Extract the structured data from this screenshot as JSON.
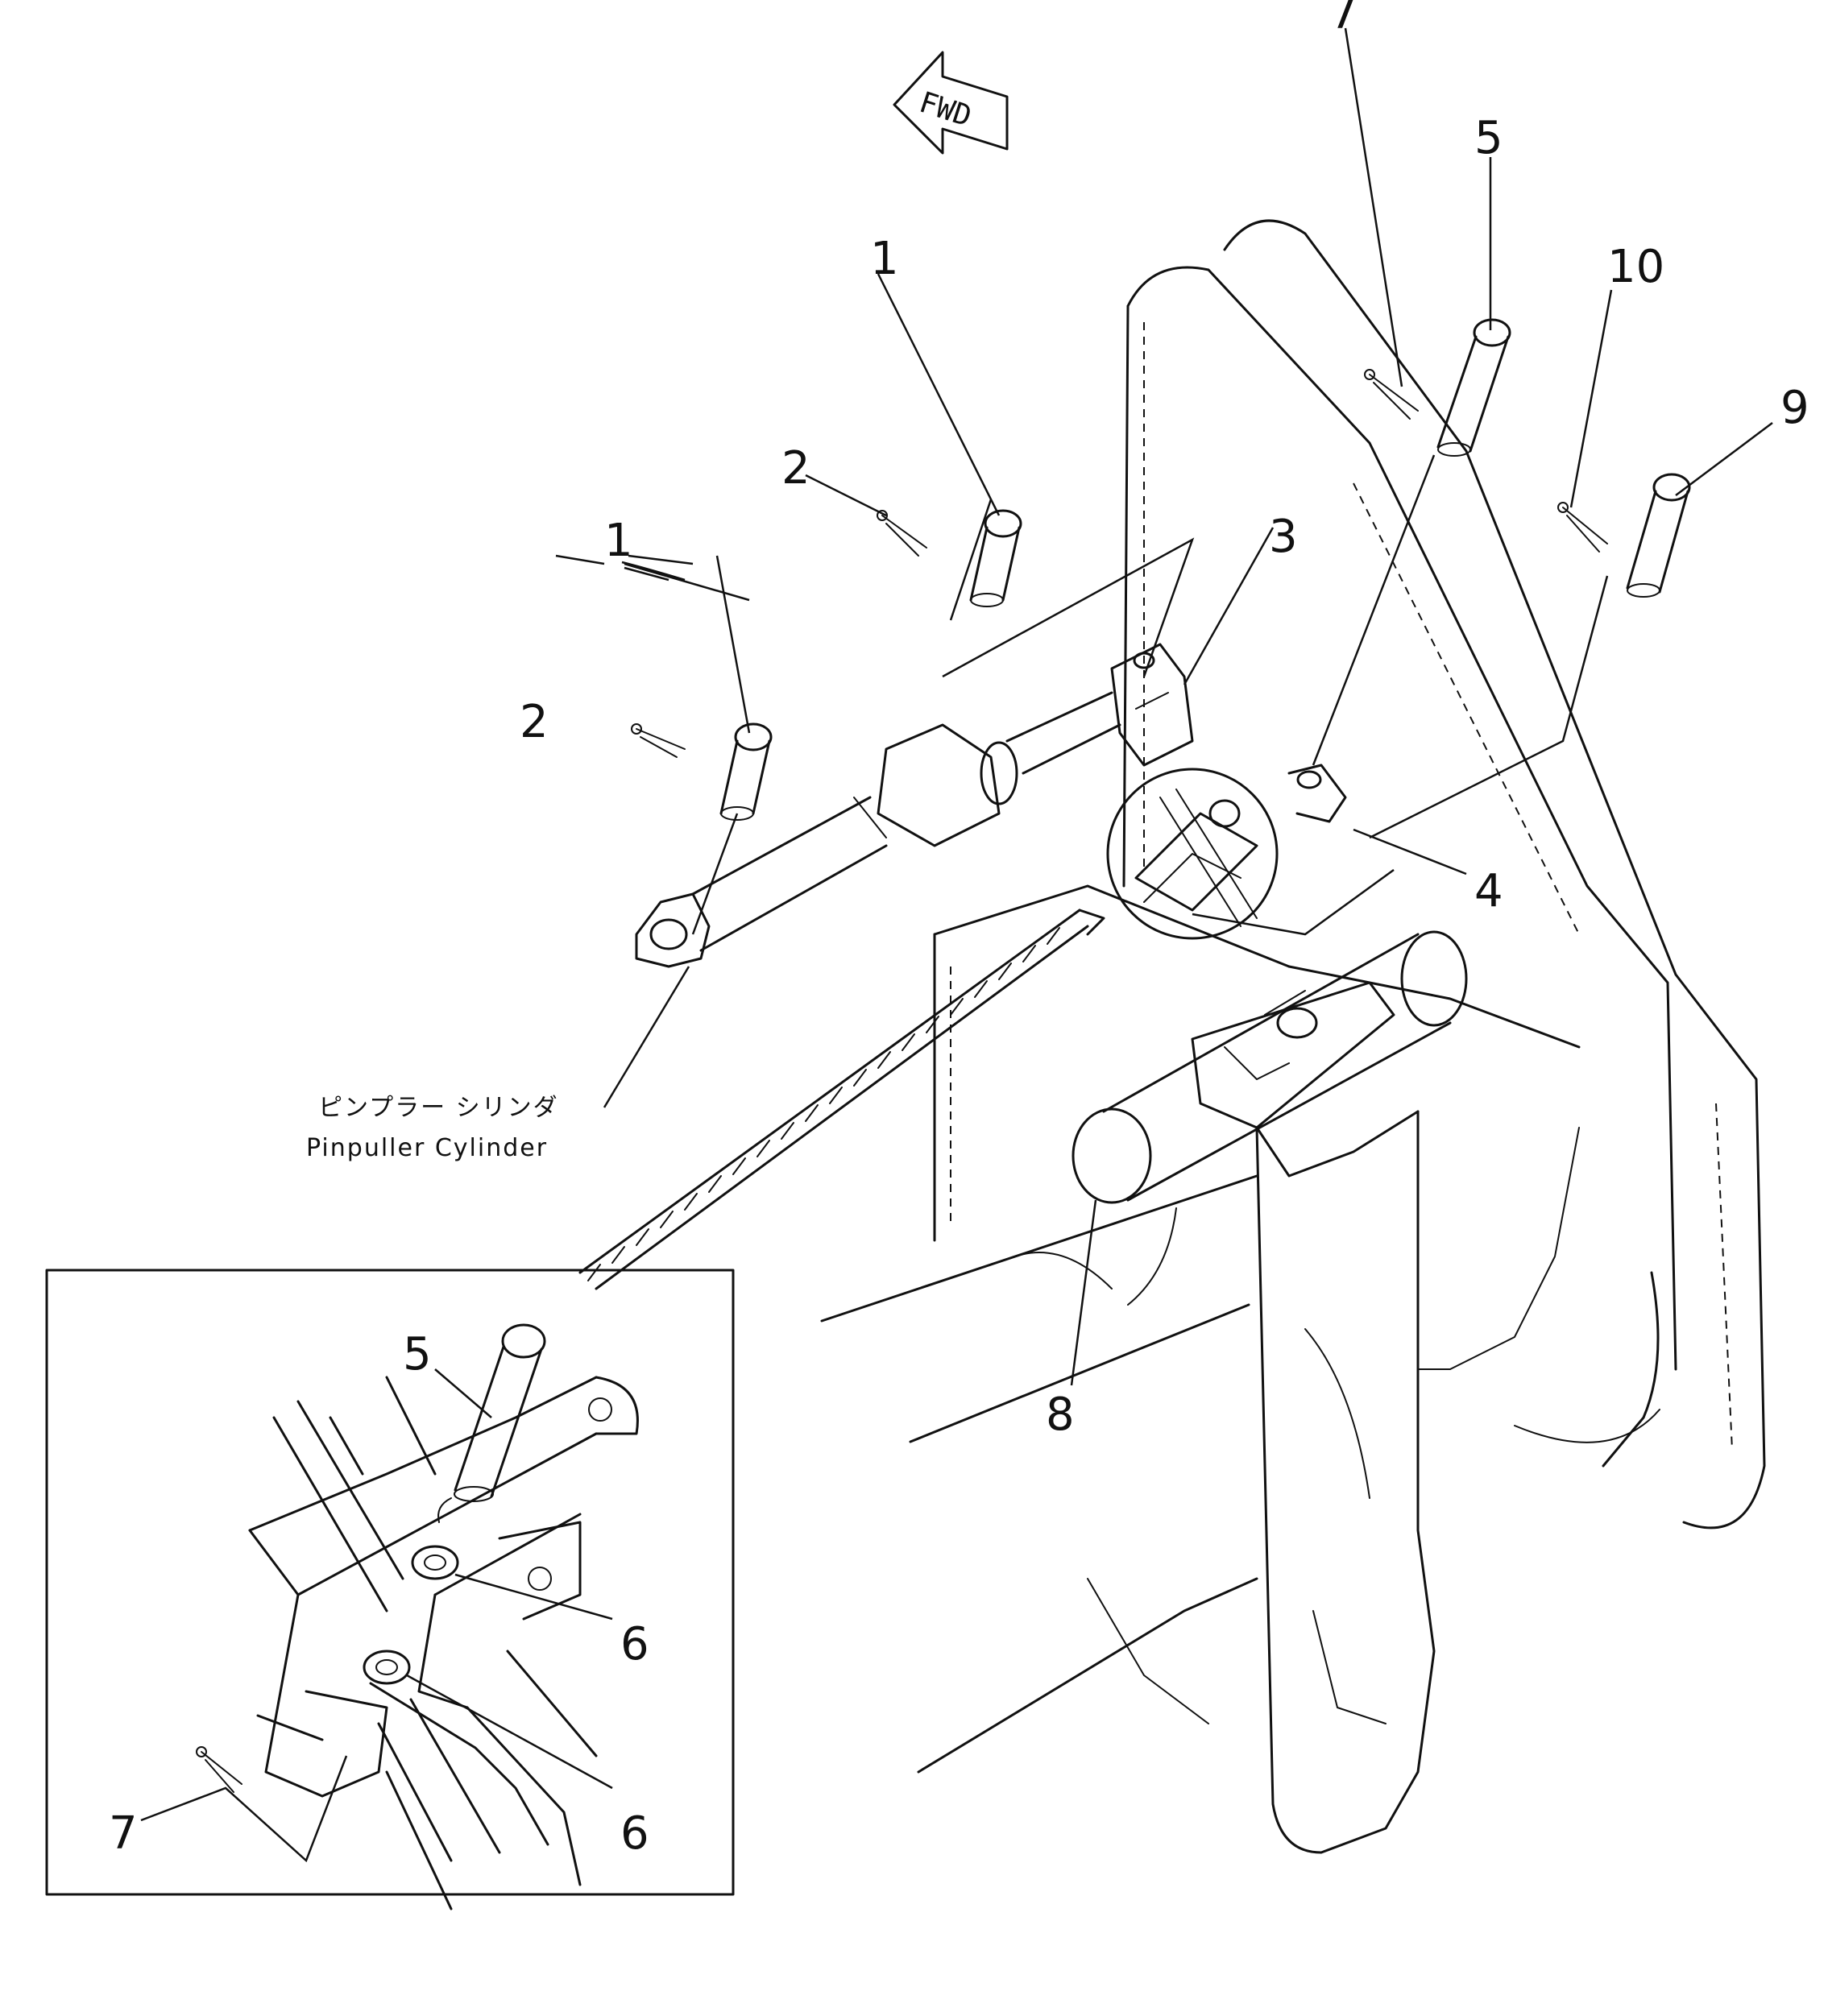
{
  "labels": {
    "fwd": "FWD",
    "caption_jp": "ピンプラー シリンダ",
    "caption_en": "Pinpuller Cylinder"
  },
  "callouts": [
    "1",
    "1",
    "2",
    "2",
    "3",
    "4",
    "5",
    "7",
    "9",
    "10",
    "8",
    "5",
    "6",
    "6",
    "7"
  ],
  "icons": {
    "direction": "fwd-arrow-icon"
  }
}
